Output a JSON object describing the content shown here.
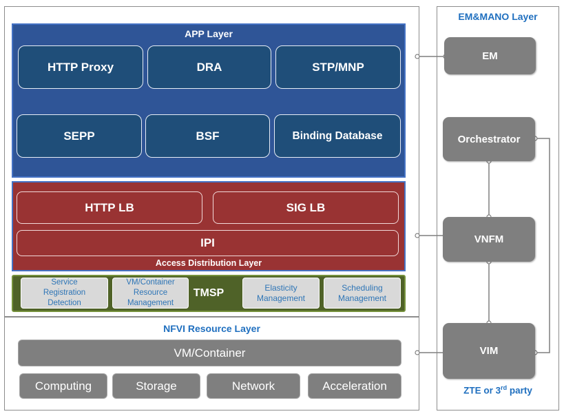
{
  "app_layer": {
    "title": "APP Layer",
    "items": [
      "HTTP Proxy",
      "DRA",
      "STP/MNP",
      "SEPP",
      "BSF",
      "Binding Database"
    ]
  },
  "access_layer": {
    "title": "Access Distribution Layer",
    "lbs": [
      "HTTP LB",
      "SIG LB"
    ],
    "ipi": "IPI"
  },
  "tmsp": {
    "title": "TMSP",
    "items": [
      "Service\nRegistration\nDetection",
      "VM/Container\nResource\nManagement",
      "Elasticity\nManagement",
      "Scheduling\nManagement"
    ]
  },
  "nfvi": {
    "title": "NFVI Resource Layer",
    "vm": "VM/Container",
    "resources": [
      "Computing",
      "Storage",
      "Network",
      "Acceleration"
    ]
  },
  "mano": {
    "title": "EM&MANO Layer",
    "em": "EM",
    "orchestrator": "Orchestrator",
    "vnfm": "VNFM",
    "vim": "VIM",
    "footer_prefix": "ZTE or 3",
    "footer_sup": "rd",
    "footer_suffix": " party"
  },
  "colors": {
    "app_blue": "#2f5597",
    "app_item": "#1f4e79",
    "access_red": "#993333",
    "tmsp_green": "#4f6228",
    "resource_grey": "#7f7f7f",
    "title_blue": "#1f6fbf"
  }
}
